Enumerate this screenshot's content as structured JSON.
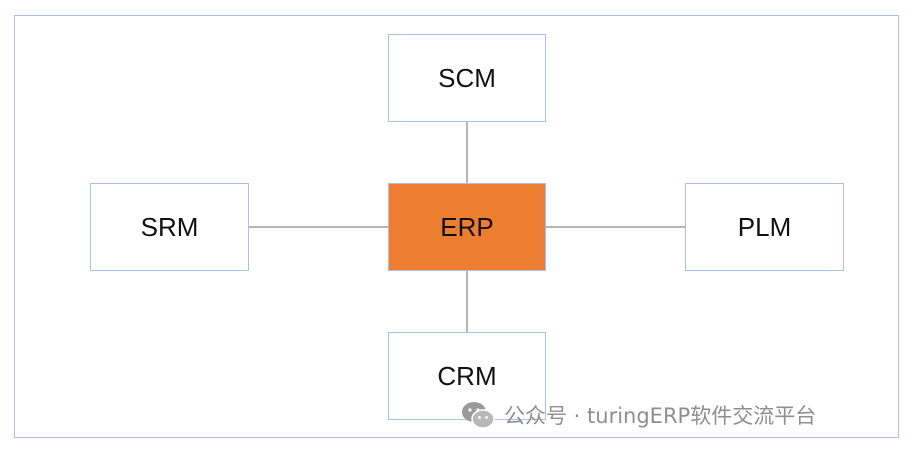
{
  "diagram": {
    "nodes": {
      "top": "SCM",
      "left": "SRM",
      "center": "ERP",
      "right": "PLM",
      "bottom": "CRM"
    },
    "colors": {
      "center_fill": "#ed7d31",
      "node_border": "#a9c1ea",
      "connector": "#b5b5b5"
    }
  },
  "watermark": {
    "text": "公众号 · turingERP软件交流平台",
    "icon": "wechat-icon"
  }
}
